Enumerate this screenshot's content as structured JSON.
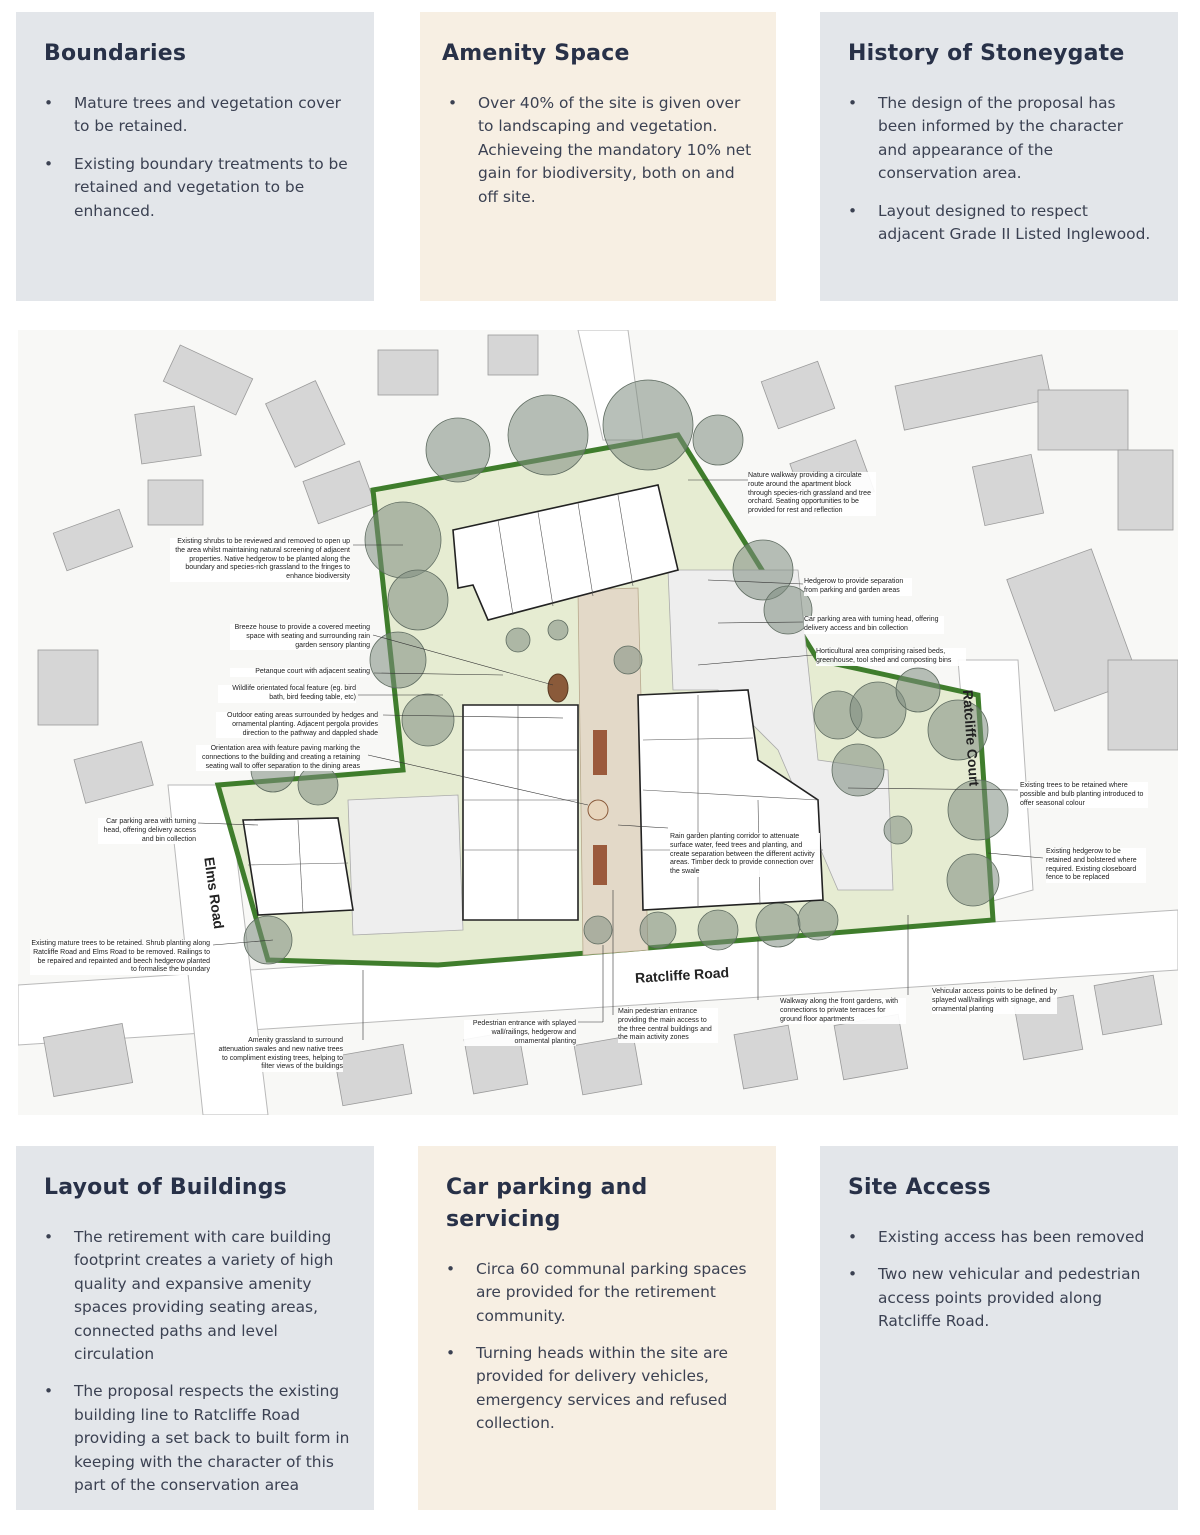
{
  "panels": {
    "boundaries": {
      "title": "Boundaries",
      "bullets": [
        "Mature trees and vegetation cover to be retained.",
        "Existing boundary treatments to be retained and vegetation to be enhanced."
      ]
    },
    "amenity": {
      "title": "Amenity Space",
      "bullets": [
        "Over 40% of the site is given over to landscaping and vegetation.  Achieveing the mandatory 10% net gain for biodiversity, both on and off site."
      ]
    },
    "history": {
      "title": "History of Stoneygate",
      "bullets": [
        "The design of the proposal has been informed by the character and appearance of the conservation area.",
        "Layout designed to respect adjacent Grade II Listed Inglewood."
      ]
    },
    "layout": {
      "title": "Layout of Buildings",
      "bullets": [
        "The retirement with care building footprint creates a variety of high quality and expansive amenity spaces providing seating areas, connected paths and level circulation",
        "The proposal respects the existing building line to Ratcliffe Road providing a set back to built form in keeping with the character of this part of the conservation area"
      ]
    },
    "parking": {
      "title": "Car parking and servicing",
      "bullets": [
        "Circa 60 communal parking spaces are provided for the retirement community.",
        "Turning heads within the site are provided for delivery vehicles, emergency services and refused collection."
      ]
    },
    "access": {
      "title": "Site Access",
      "bullets": [
        "Existing access has been removed",
        "Two new vehicular and pedestrian access points provided along Ratcliffe Road."
      ]
    }
  },
  "plan": {
    "roads": {
      "ratcliffe_road": "Ratcliffe Road",
      "ratcliffe_court": "Ratcliffe Court",
      "elms_road": "Elms Road"
    },
    "notes": {
      "shrubs": "Existing shrubs to be reviewed and removed to open up the area whilst maintaining natural screening of adjacent properties.  Native hedgerow to be planted along the boundary and species-rich grassland to the fringes to enhance biodiversity",
      "breeze": "Breeze house to provide a covered meeting space with seating and surrounding rain garden sensory planting",
      "petanque": "Petanque court with adjacent seating",
      "wildlife": "Wildlife orientated focal feature (eg. bird bath, bird feeding table, etc)",
      "eating": "Outdoor eating areas surrounded by hedges and ornamental planting.  Adjacent pergola provides direction to the pathway and dappled shade",
      "orientation": "Orientation area with feature paving marking the connections to the building and creating a retaining seating wall to offer separation to the dining areas",
      "carpark_left": "Car parking area with turning head, offering delivery access and bin collection",
      "mature_trees": "Existing mature trees to be retained.  Shrub planting along Ratcliffe Road and Elms Road to be removed.  Railings to be repaired and repainted and beech hedgerow planted to formalise the boundary",
      "amenity_grass": "Amenity grassland to surround attenuation swales and new native trees to compliment existing trees, helping to filter views of the buildings",
      "ped_entrance": "Pedestrian entrance with splayed wall/railings, hedgerow and ornamental planting",
      "main_entrance": "Main pedestrian entrance providing the main access to the three central buildings and the main activity zones",
      "walkway_front": "Walkway along the front gardens, with connections to private terraces for ground floor apartments",
      "vehicular": "Vehicular access points to be defined by splayed wall/railings with signage, and ornamental planting",
      "nature_walk": "Nature walkway providing a circulate route around the apartment block through species-rich grassland and tree orchard.  Seating opportunities to be provided for rest and reflection",
      "hedgerow_sep": "Hedgerow to provide separation from parking and garden areas",
      "carpark_right": "Car parking area with turning head, offering delivery access and bin collection",
      "horticultural": "Horticultural area comprising raised beds, greenhouse, tool shed and composting bins",
      "rain_garden": "Rain garden planting corridor to attenuate surface water, feed trees and planting, and create separation between the different activity areas.  Timber deck to provide connection over the swale",
      "trees_retained": "Existing trees to be retained where possible and bulb planting introduced to offer seasonal colour",
      "hedgerow_retained": "Existing hedgerow to be retained and bolstered where required.  Existing closeboard fence to be replaced"
    },
    "colors": {
      "boundary_hedge": "#3f7d2c",
      "lawn": "#e6ecd2",
      "tree_canopy": "#7d8c80",
      "building": "#ffffff",
      "neighbour_building": "#d6d6d6",
      "paving": "#e3d9c8"
    }
  }
}
